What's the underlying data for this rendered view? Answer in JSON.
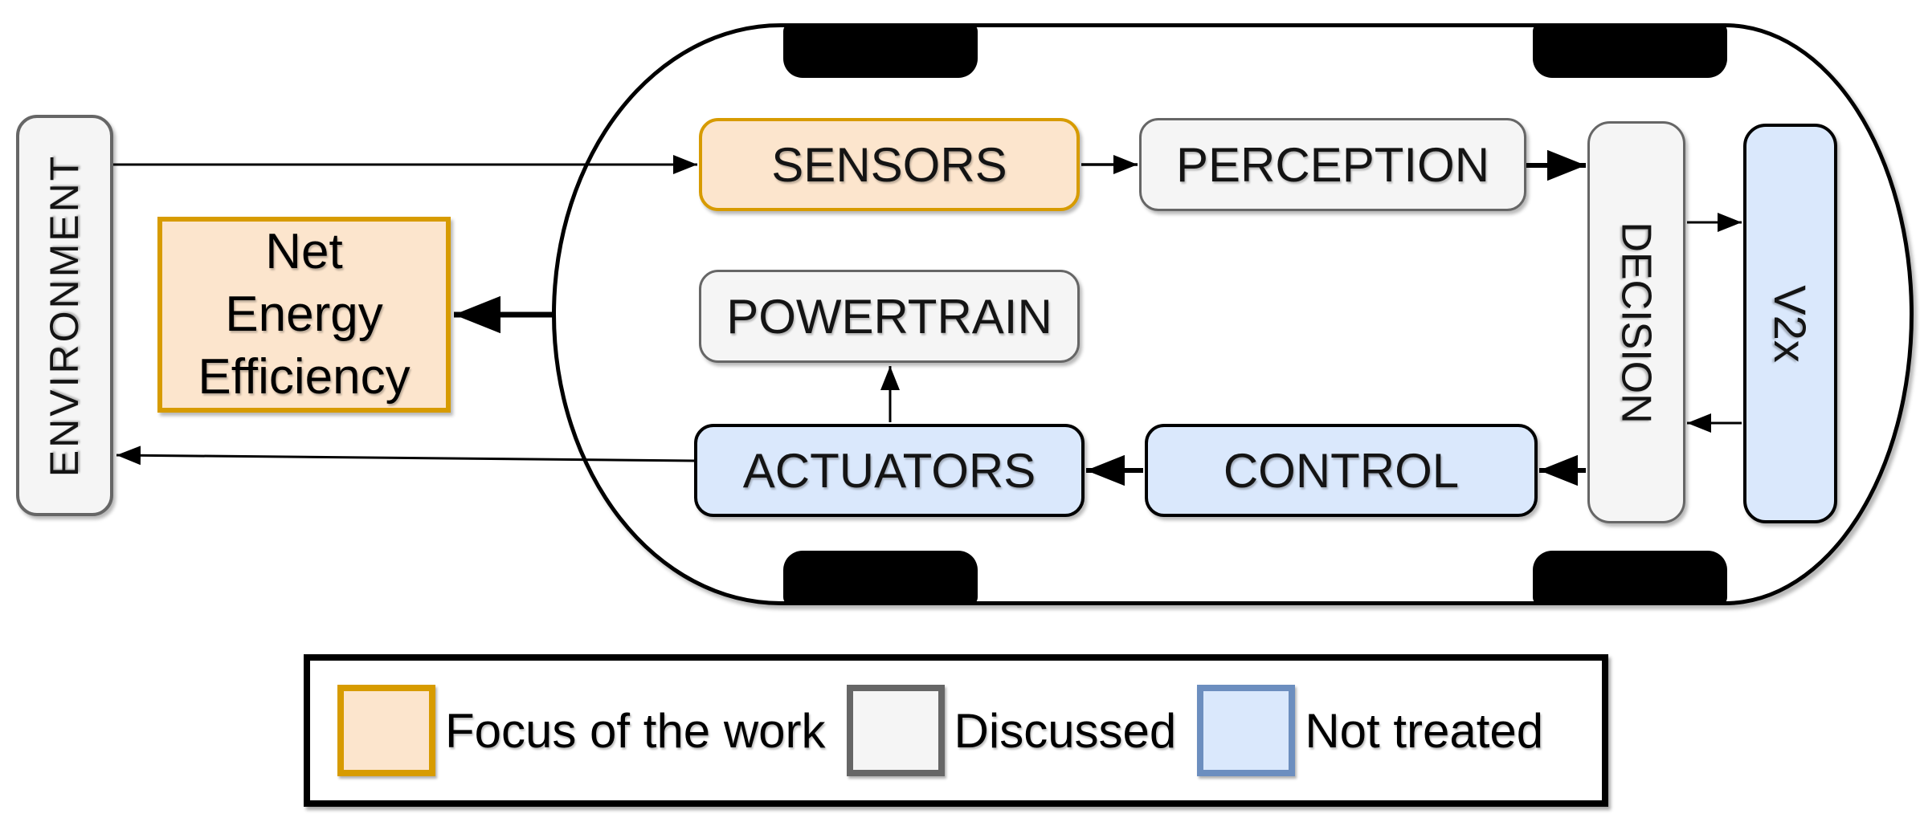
{
  "diagram": {
    "environment": {
      "label": "ENVIRONMENT"
    },
    "net_energy_efficiency": {
      "lines": [
        "Net",
        "Energy",
        "Efficiency"
      ]
    },
    "sensors": {
      "label": "SENSORS"
    },
    "perception": {
      "label": "PERCEPTION"
    },
    "decision": {
      "label": "DECISION"
    },
    "v2x": {
      "label": "V2x"
    },
    "powertrain": {
      "label": "POWERTRAIN"
    },
    "actuators": {
      "label": "ACTUATORS"
    },
    "control": {
      "label": "CONTROL"
    },
    "connections": [
      {
        "from": "ENVIRONMENT",
        "to": "SENSORS"
      },
      {
        "from": "SENSORS",
        "to": "PERCEPTION"
      },
      {
        "from": "PERCEPTION",
        "to": "DECISION"
      },
      {
        "from": "DECISION",
        "to": "V2x"
      },
      {
        "from": "V2x",
        "to": "DECISION"
      },
      {
        "from": "DECISION",
        "to": "CONTROL"
      },
      {
        "from": "CONTROL",
        "to": "ACTUATORS"
      },
      {
        "from": "ACTUATORS",
        "to": "POWERTRAIN"
      },
      {
        "from": "ACTUATORS",
        "to": "ENVIRONMENT"
      },
      {
        "from": "VEHICLE",
        "to": "NET ENERGY EFFICIENCY"
      }
    ]
  },
  "legend": {
    "items": [
      {
        "label": "Focus of the work",
        "fill": "#fce5cd",
        "border": "#d79b00"
      },
      {
        "label": "Discussed",
        "fill": "#f5f5f5",
        "border": "#666666"
      },
      {
        "label": "Not treated",
        "fill": "#dae8fc",
        "border": "#6c8ebf"
      }
    ]
  },
  "colors": {
    "focus_fill": "#fce5cd",
    "focus_border": "#d79b00",
    "discussed_fill": "#f5f5f5",
    "discussed_border": "#666666",
    "not_treated_fill": "#dae8fc",
    "not_treated_border": "#6c8ebf",
    "outline": "#000000",
    "background": "#ffffff"
  }
}
